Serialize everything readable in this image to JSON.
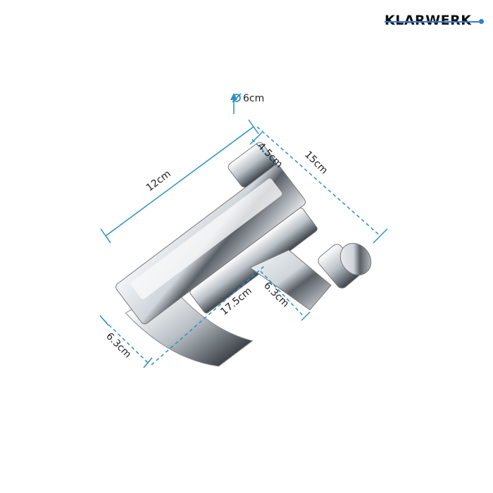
{
  "brand": {
    "name": "KLARWERK",
    "accent_color": "#2a7de1"
  },
  "product": {
    "type": "wall-mounted waterfall bath mixer tap",
    "finish": "chrome"
  },
  "dimensions": {
    "diameter": {
      "symbol": "⌀",
      "label": "6cm"
    },
    "handle_width": "4.5cm",
    "body_length": "15cm",
    "spout_top_length": "12cm",
    "spout_projection": "17.5cm",
    "spout_width": "6.3cm",
    "connector_height": "6.3cm"
  },
  "colors": {
    "dimension_line": "#2b8fc4",
    "chrome_light": "#e8ecef",
    "chrome_dark": "#3a3f44"
  }
}
